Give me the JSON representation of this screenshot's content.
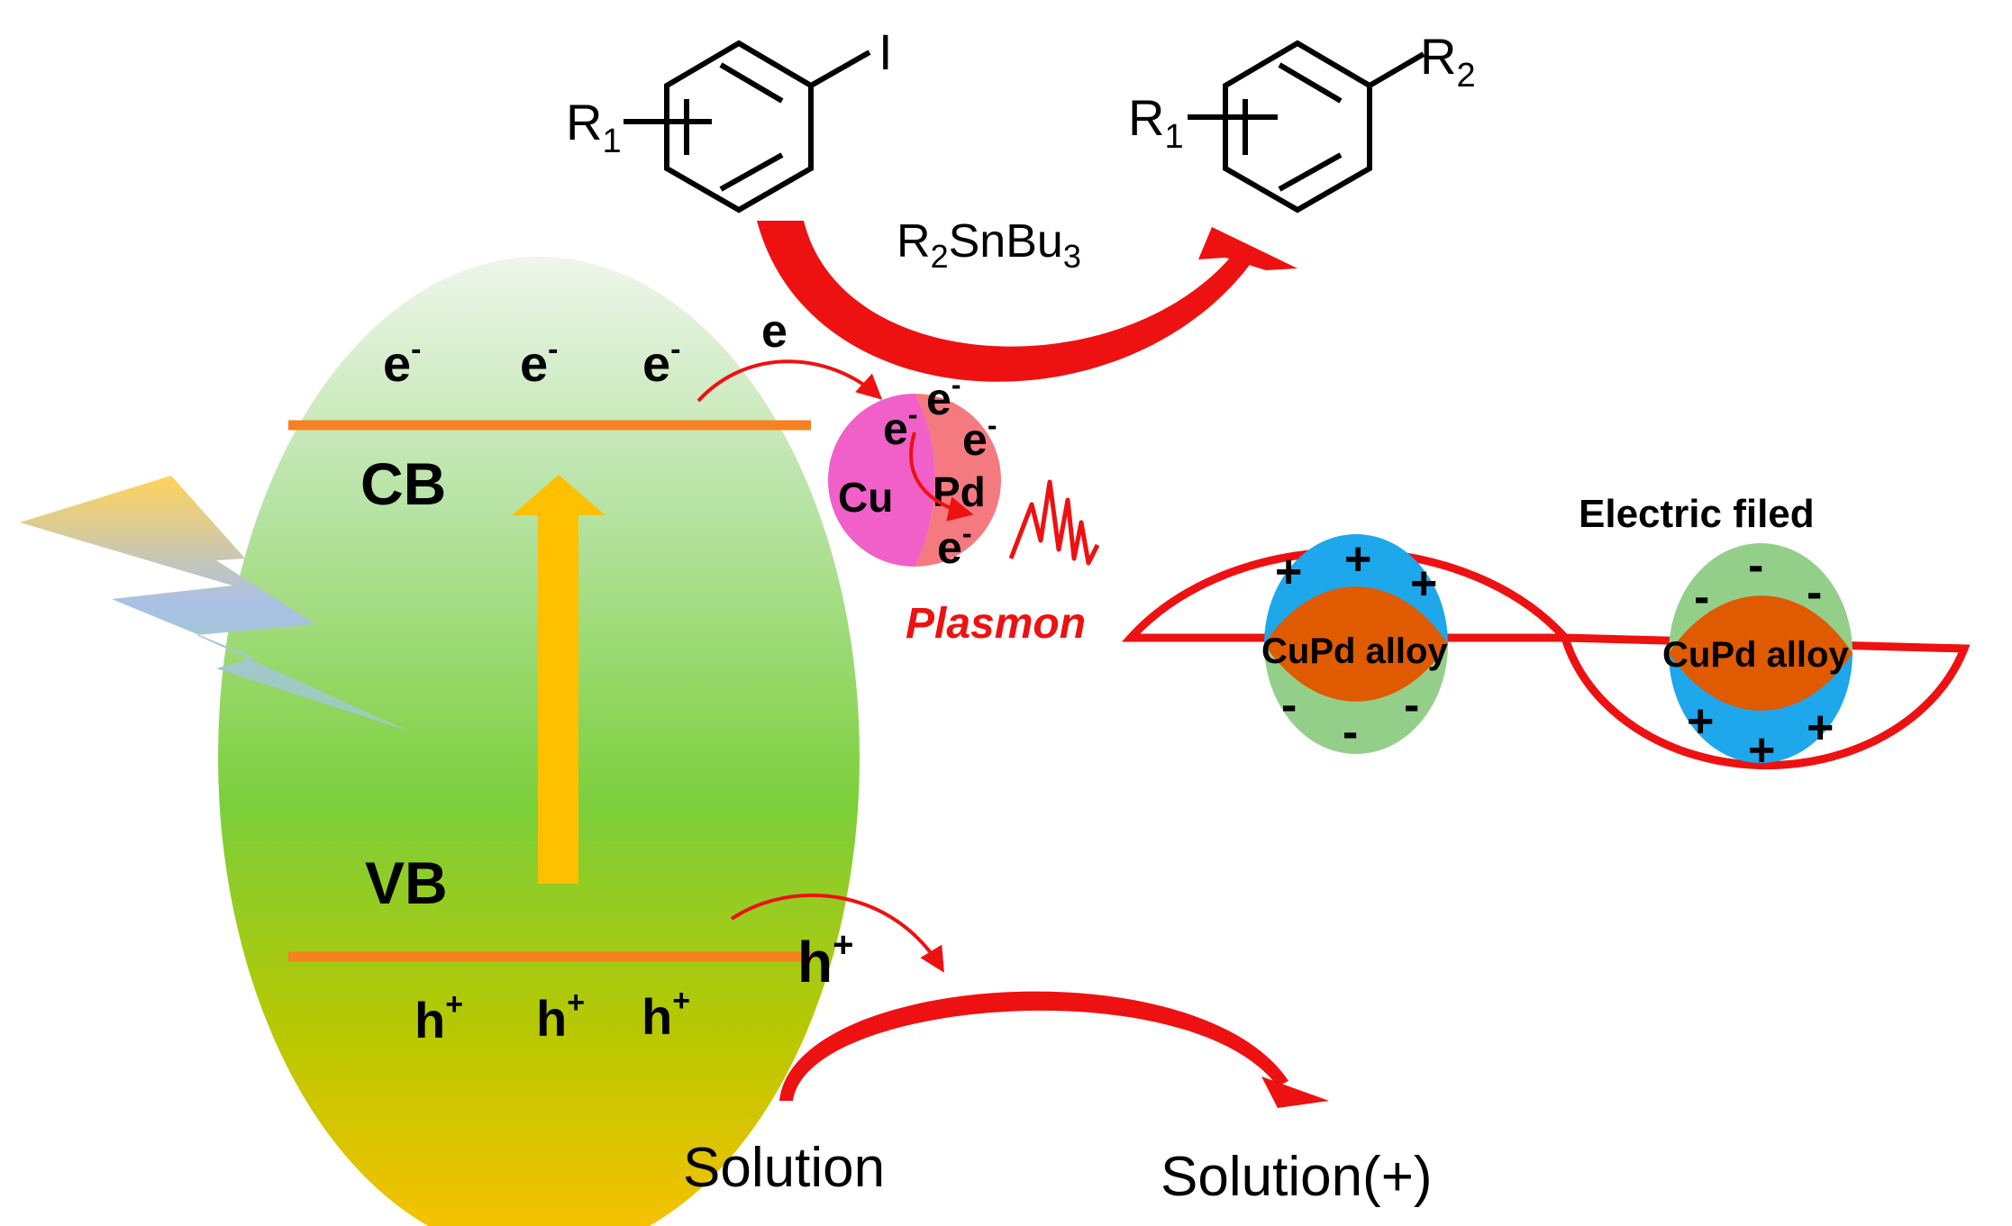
{
  "colors": {
    "arrow_red": "#ee1111",
    "band_orange": "#f5821f",
    "excitation_arrow": "#ffc000",
    "cu_pink": "#f060c8",
    "pd_salmon": "#f47a80",
    "alloy_core": "#e05a00",
    "charge_blue": "#1ea7ea",
    "charge_green": "#94cf8a",
    "ellipse_top": "#eef6ea",
    "ellipse_mid": "#7ccf3a",
    "ellipse_bottom": "#ffc000"
  },
  "reaction": {
    "reactant": {
      "r1": "R",
      "r1_sub": "1",
      "leaving_group": "I"
    },
    "reagent": {
      "r2": "R",
      "r2_sub": "2",
      "main": "SnBu",
      "sub": "3"
    },
    "product": {
      "r1": "R",
      "r1_sub": "1",
      "r2": "R",
      "r2_sub": "2"
    }
  },
  "semiconductor": {
    "cb_label": "CB",
    "vb_label": "VB",
    "electron": "e",
    "electron_charge": "-",
    "hole": "h",
    "hole_charge": "+",
    "transfer_electron": "e",
    "transfer_hole": "h",
    "transfer_hole_charge": "+"
  },
  "nanoparticle": {
    "cu_label": "Cu",
    "pd_label": "Pd",
    "electron": "e",
    "electron_charge": "-",
    "plasmon_label": "Plasmon"
  },
  "field": {
    "title": "Electric filed",
    "alloy_label": "CuPd alloy",
    "plus": "+",
    "minus": "-"
  },
  "solution": {
    "start": "Solution",
    "end": "Solution(+)"
  },
  "icons": [
    "light-bolt-icon",
    "plasmon-wave-icon",
    "benzene-ring-icon"
  ]
}
